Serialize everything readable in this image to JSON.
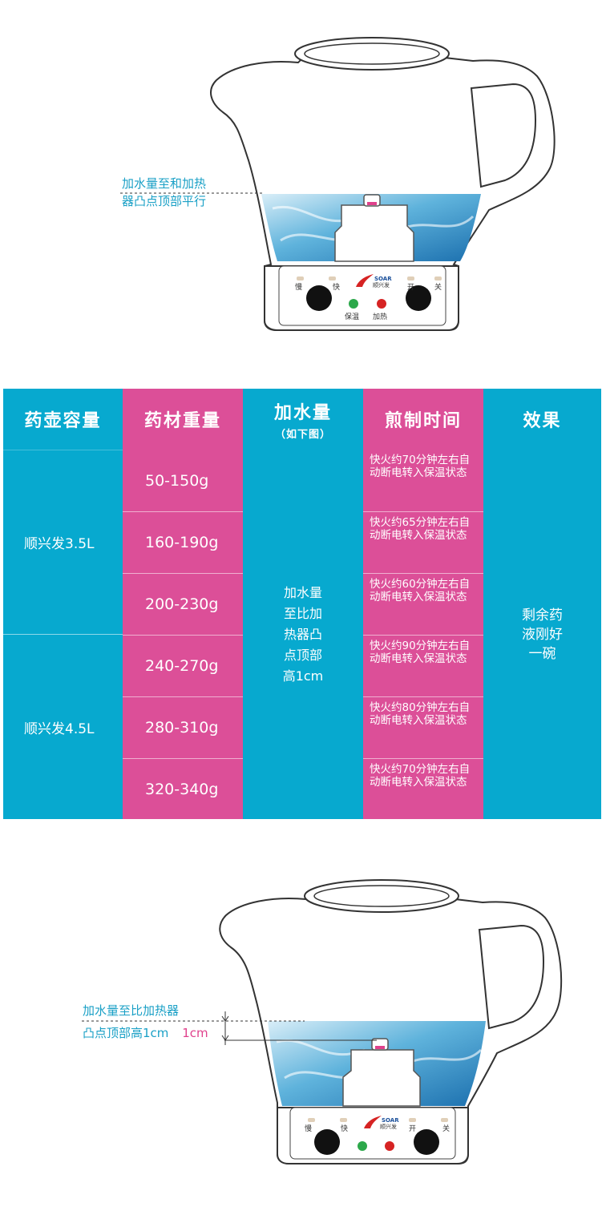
{
  "top_diagram": {
    "note_lines": [
      "加水量至和加热",
      "器凸点顶部平行"
    ],
    "controls": {
      "slow": "慢",
      "fast": "快",
      "on": "开",
      "off": "关",
      "keep_warm": "保温",
      "heating": "加热"
    },
    "brand": {
      "latin": "SOAR",
      "cn": "顺兴发"
    }
  },
  "table": {
    "headers": [
      {
        "title": "药壶容量",
        "sub": ""
      },
      {
        "title": "药材重量",
        "sub": ""
      },
      {
        "title": "加水量",
        "sub": "（如下图）"
      },
      {
        "title": "煎制时间",
        "sub": ""
      },
      {
        "title": "效果",
        "sub": ""
      }
    ],
    "capacities": [
      "顺兴发3.5L",
      "顺兴发4.5L"
    ],
    "weights": [
      "50-150g",
      "160-190g",
      "200-230g",
      "240-270g",
      "280-310g",
      "320-340g"
    ],
    "water_lines": [
      "加水量",
      "至比加",
      "热器凸",
      "点顶部",
      "高1cm"
    ],
    "times": [
      "快火约70分钟左右自动断电转入保温状态",
      "快火约65分钟左右自动断电转入保温状态",
      "快火约60分钟左右自动断电转入保温状态",
      "快火约90分钟左右自动断电转入保温状态",
      "快火约80分钟左右自动断电转入保温状态",
      "快火约70分钟左右自动断电转入保温状态"
    ],
    "effect_lines": [
      "剩余药",
      "液刚好",
      "一碗"
    ]
  },
  "bottom_diagram": {
    "note_lines": [
      "加水量至比加热器",
      "凸点顶部高1cm"
    ],
    "measure": "1cm",
    "controls": {
      "slow": "慢",
      "fast": "快",
      "on": "开",
      "off": "关"
    },
    "brand": {
      "latin": "SOAR",
      "cn": "顺兴发"
    }
  },
  "colors": {
    "teal": "#07a9cf",
    "magenta": "#dc4f98",
    "note_blue": "#1aa0c6",
    "note_pink": "#e0418c"
  }
}
